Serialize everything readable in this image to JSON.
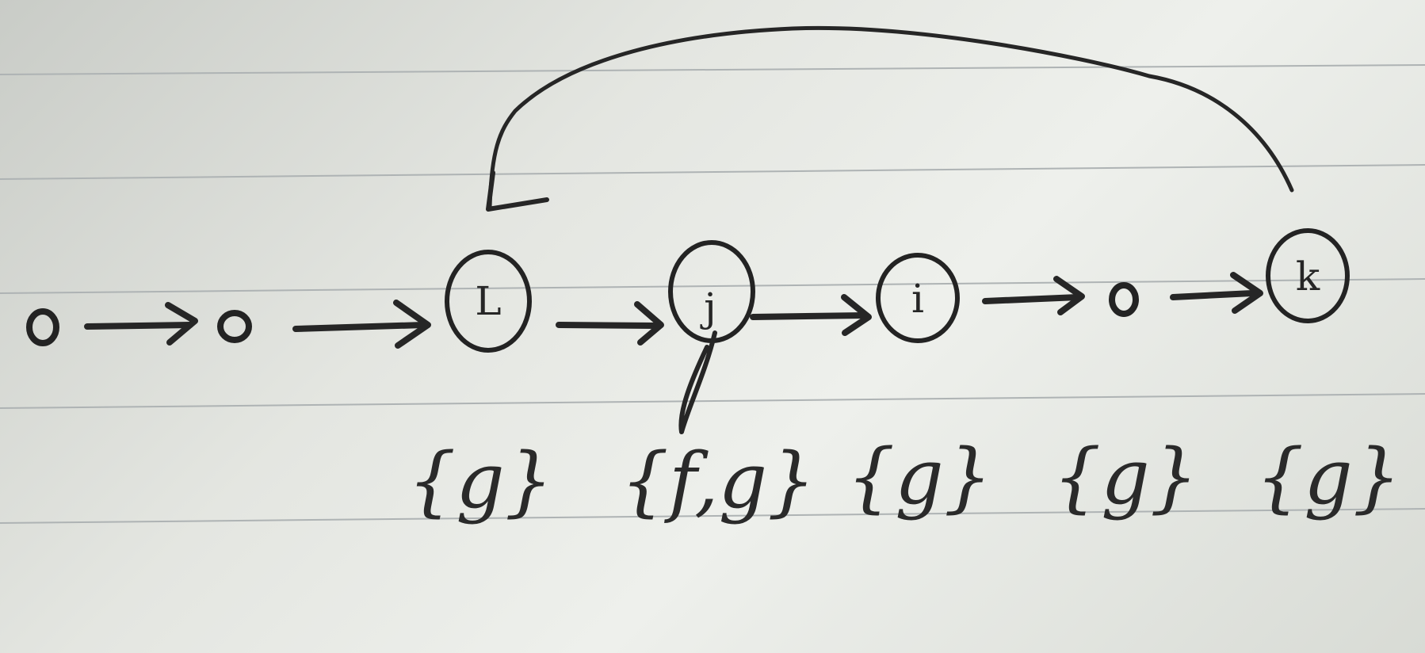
{
  "diagram": {
    "nodes": {
      "l": {
        "label": "L",
        "set": "{g}"
      },
      "j": {
        "label": "j",
        "set": "{f,g}"
      },
      "i": {
        "label": "i",
        "set": "{g}"
      },
      "k": {
        "label": "k",
        "set": "{g}"
      }
    },
    "unlabeled_nodes": [
      "start",
      "second",
      "between-i-k"
    ],
    "edges": [
      {
        "from": "start",
        "to": "second"
      },
      {
        "from": "second",
        "to": "l"
      },
      {
        "from": "l",
        "to": "j"
      },
      {
        "from": "j",
        "to": "i"
      },
      {
        "from": "i",
        "to": "between-i-k"
      },
      {
        "from": "between-i-k",
        "to": "k"
      },
      {
        "from": "k",
        "to": "l",
        "style": "back-edge"
      }
    ],
    "set_under_between_node": "{g}",
    "ink_color": "#262626",
    "paper_color": "#e6e8e3"
  }
}
